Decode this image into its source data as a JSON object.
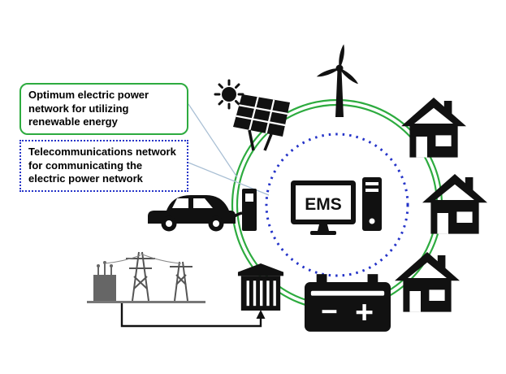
{
  "colors": {
    "green": "#2dab3f",
    "blue": "#2433c8",
    "ink": "#111111",
    "connector": "#a9bfd4"
  },
  "callouts": {
    "renewable": "Optimum electric power network for utilizing renewable energy",
    "telecom": "Telecommunications network for communicating the electric power network"
  },
  "center": {
    "ems_label": "EMS"
  },
  "battery": {
    "minus": "−",
    "plus": "+"
  },
  "icons": {
    "sun": "sun-icon",
    "solar_panel": "solar-panel-icon",
    "wind_turbine": "wind-turbine-icon",
    "house": "house-icon",
    "battery": "battery-icon",
    "storage_shed": "storage-shed-icon",
    "ev_car": "ev-car-icon",
    "charging_station": "charging-station-icon",
    "power_station": "power-station-icon",
    "ems_monitor": "ems-monitor-icon",
    "ems_tower": "ems-tower-icon"
  }
}
